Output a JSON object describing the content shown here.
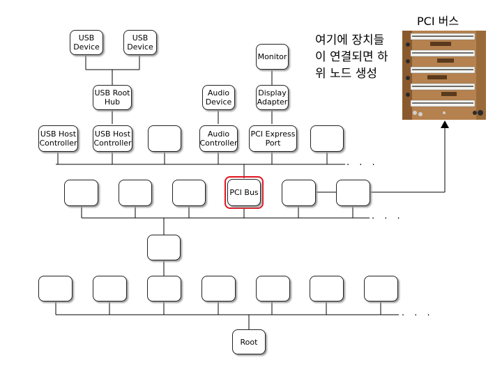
{
  "nodes": {
    "usb_device_1": "USB\nDevice",
    "usb_device_2": "USB\nDevice",
    "monitor": "Monitor",
    "usb_root_hub": "USB Root\nHub",
    "audio_device": "Audio\nDevice",
    "display_adapter": "Display\nAdapter",
    "usb_host_controller_1": "USB Host\nController",
    "usb_host_controller_2": "USB Host\nController",
    "audio_controller": "Audio\nController",
    "pci_express_port": "PCI Express\nPort",
    "pci_bus": "PCI Bus",
    "root": "Root"
  },
  "ellipsis": ". . .",
  "callout_text": "여기에 장치들\n이 연결되면 하\n위 노드 생성",
  "photo_title": "PCI 버스",
  "colors": {
    "highlight": "#e0141e",
    "stroke": "#222222",
    "board": "#b5814e"
  }
}
